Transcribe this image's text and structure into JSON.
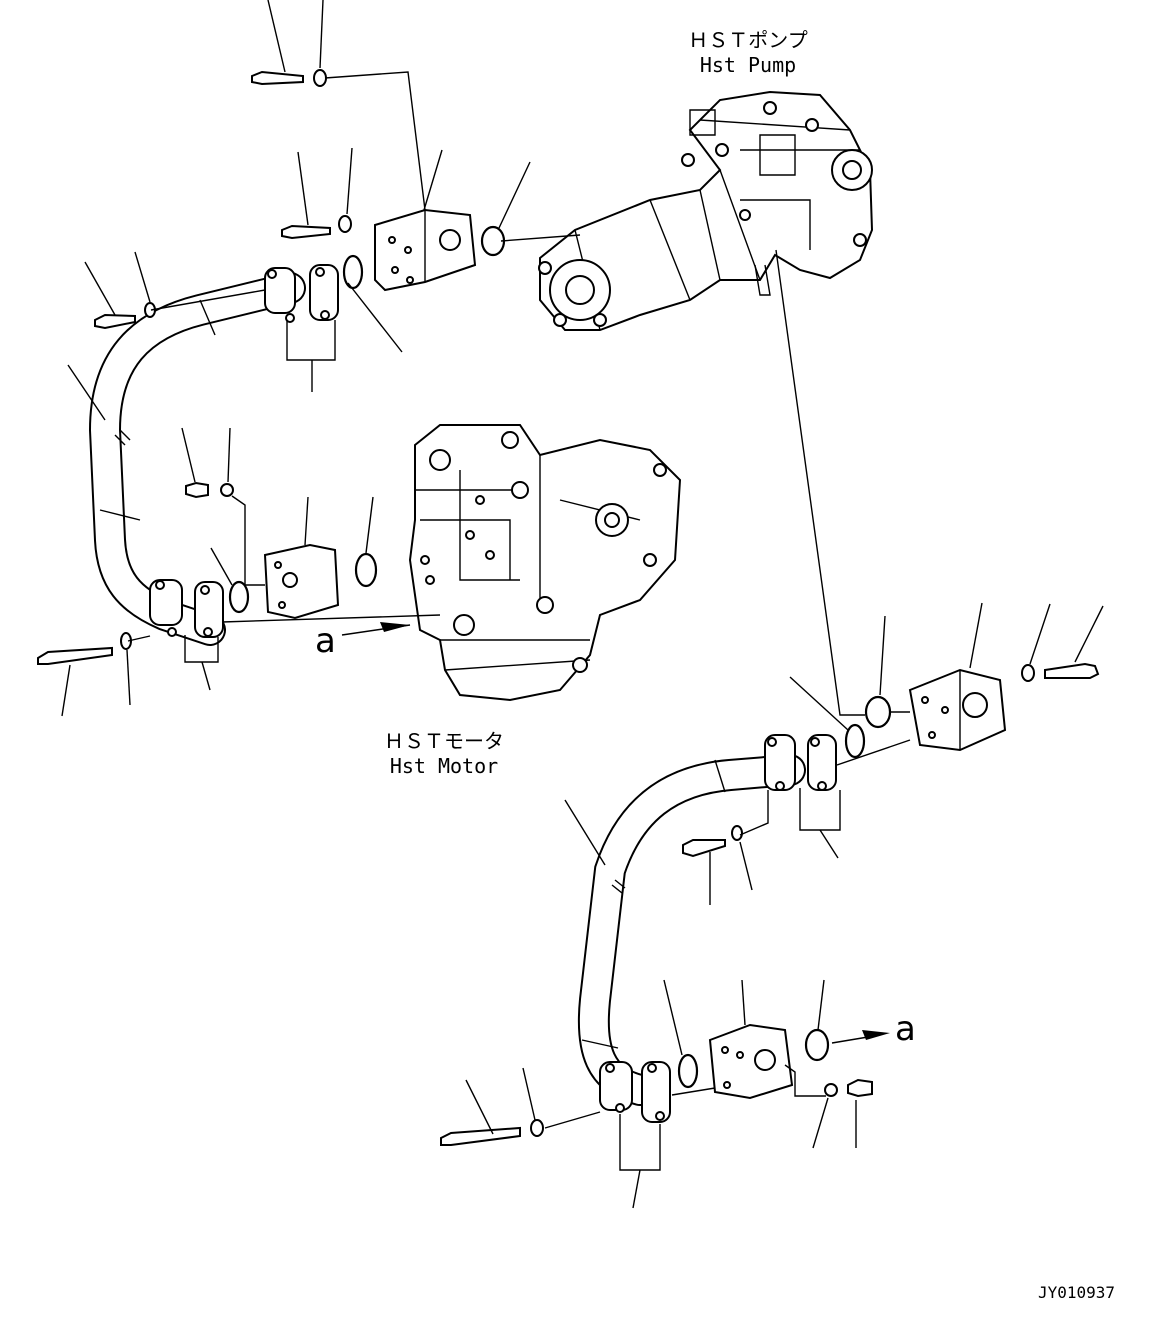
{
  "labels": {
    "pump_jp": "ＨＳＴポンプ",
    "pump_en": "Hst Pump",
    "motor_jp": "ＨＳＴモータ",
    "motor_en": "Hst Motor",
    "ref_a_top": "a",
    "ref_a_bottom": "a",
    "drawing_number": "JY010937"
  }
}
